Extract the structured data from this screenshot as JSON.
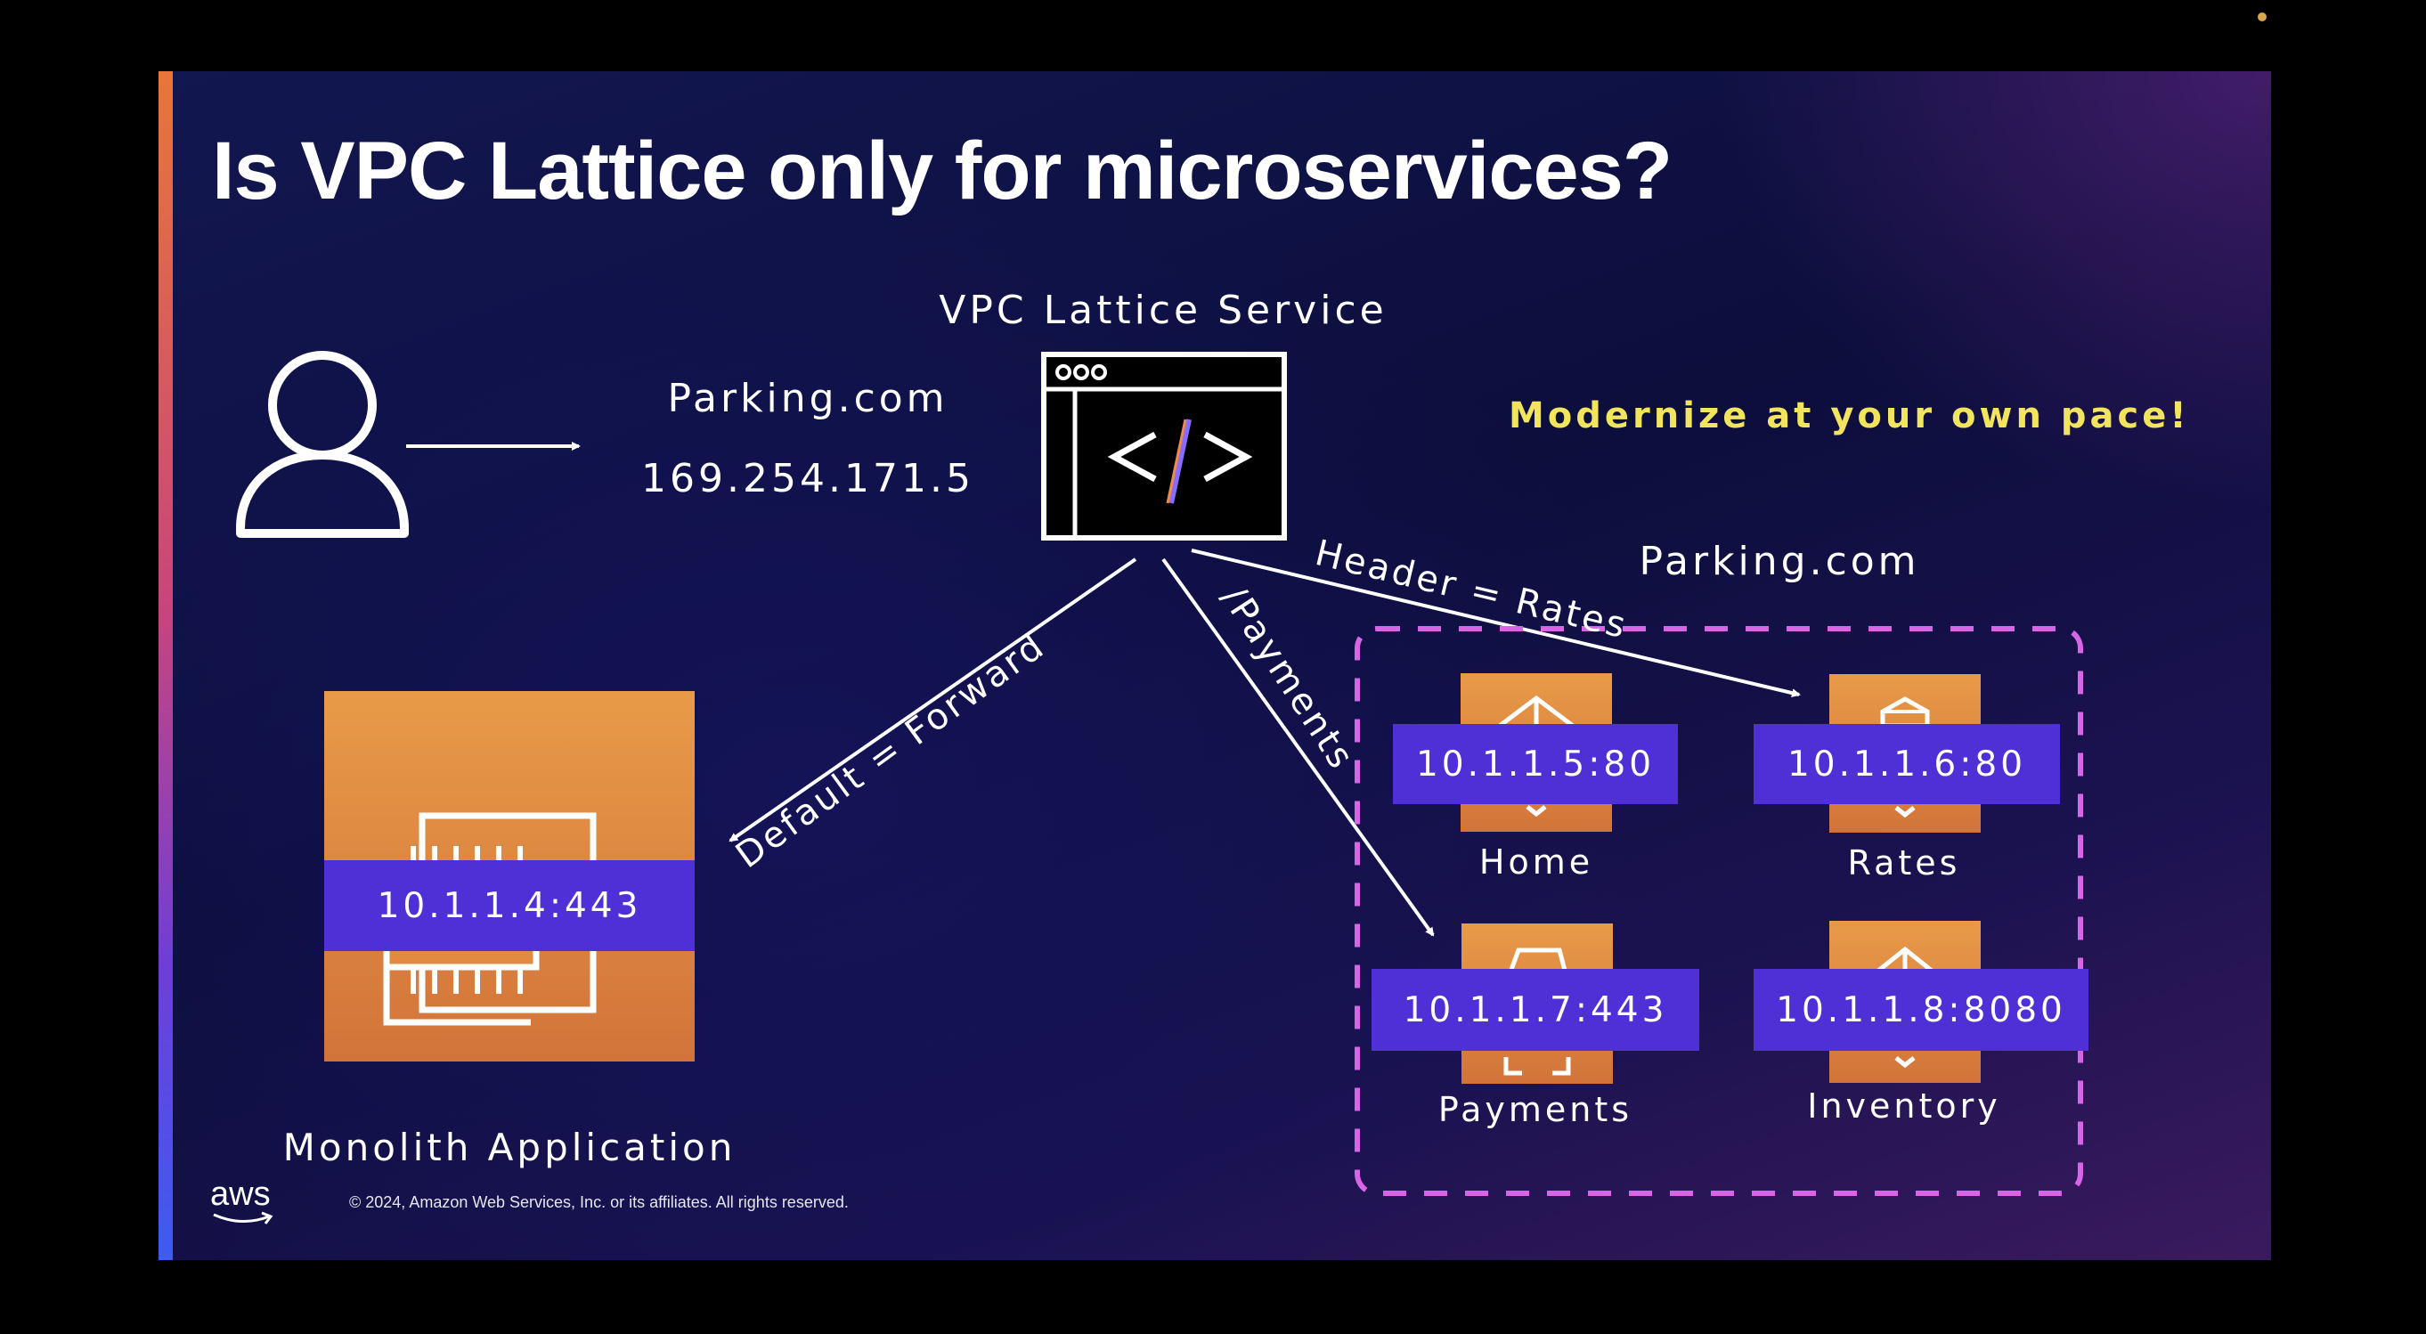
{
  "slide": {
    "title": "Is VPC Lattice only for microservices?",
    "copyright": "© 2024, Amazon Web Services, Inc. or its affiliates. All rights reserved.",
    "logo_text": "aws"
  },
  "client": {
    "icon": "user-icon",
    "domain": "Parking.com",
    "ip": "169.254.171.5"
  },
  "lattice_service": {
    "label": "VPC Lattice Service",
    "icon": "code-window-icon"
  },
  "routes": {
    "default": "Default = Forward",
    "payments": "/Payments",
    "header": "Header = Rates"
  },
  "monolith": {
    "label": "Monolith Application",
    "address": "10.1.1.4:443",
    "icon": "ec2-chip-icon"
  },
  "microservices": {
    "group_label": "Parking.com",
    "callout": "Modernize at your own pace!",
    "services": [
      {
        "name": "Home",
        "address": "10.1.1.5:80"
      },
      {
        "name": "Rates",
        "address": "10.1.1.6:80"
      },
      {
        "name": "Payments",
        "address": "10.1.1.7:443"
      },
      {
        "name": "Inventory",
        "address": "10.1.1.8:8080"
      }
    ]
  },
  "colors": {
    "background": "#0c0e3c",
    "tile_orange": "#e08a42",
    "address_chip": "#4f2fd6",
    "callout_yellow": "#f2e45c",
    "group_border": "#d864e6"
  }
}
